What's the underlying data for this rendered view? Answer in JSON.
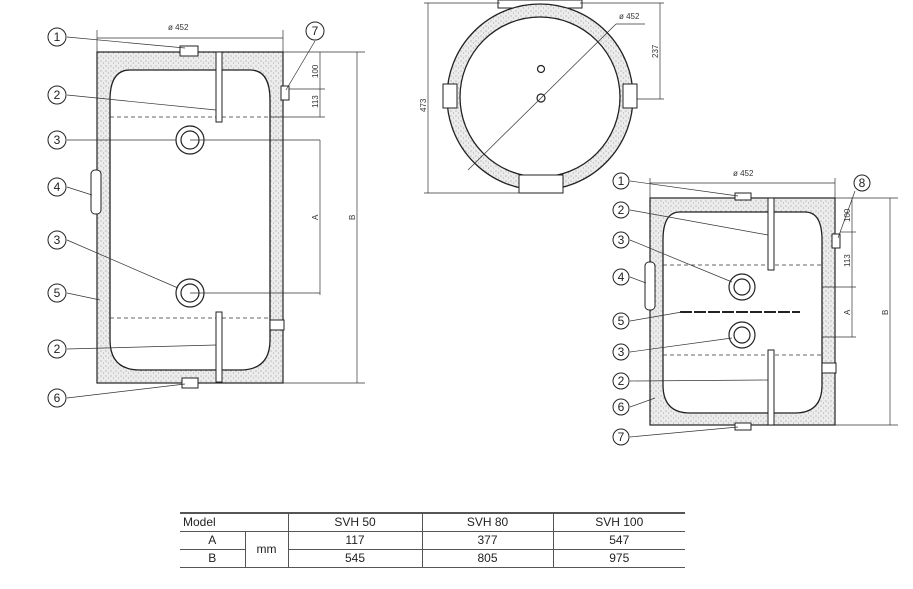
{
  "side_view_left": {
    "diameter_label": "ø 452",
    "dims": {
      "d100": "100",
      "d113": "113",
      "a": "A",
      "b": "B"
    },
    "callouts": [
      "1",
      "2",
      "3",
      "4",
      "3",
      "5",
      "2",
      "6",
      "7"
    ]
  },
  "top_view": {
    "diameter_label": "ø 452",
    "height_label": "473",
    "offset_label": "237"
  },
  "side_view_right": {
    "diameter_label": "ø 452",
    "dims": {
      "d100": "100",
      "d113": "113",
      "a": "A",
      "b": "B"
    },
    "callouts": [
      "1",
      "2",
      "3",
      "4",
      "5",
      "3",
      "2",
      "6",
      "7",
      "8"
    ]
  },
  "table": {
    "header": [
      "Model",
      "SVH 50",
      "SVH 80",
      "SVH 100"
    ],
    "unit": "mm",
    "rows": [
      {
        "label": "A",
        "values": [
          "117",
          "377",
          "547"
        ]
      },
      {
        "label": "B",
        "values": [
          "545",
          "805",
          "975"
        ]
      }
    ]
  }
}
